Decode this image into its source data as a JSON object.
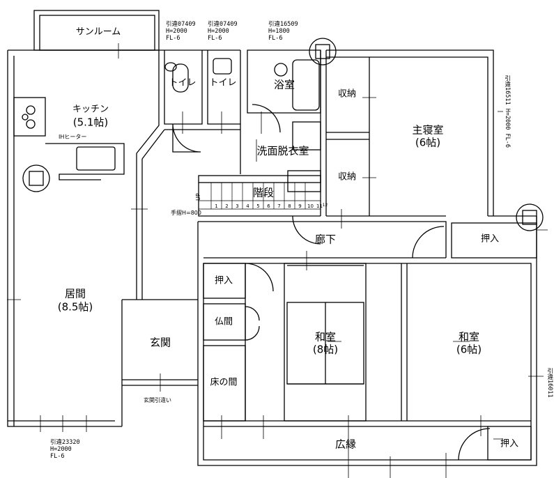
{
  "rooms": {
    "sunroom": "サンルーム",
    "kitchen": "キッチン",
    "kitchen_size": "(5.1帖)",
    "ih_heater": "IHヒーター",
    "toilet_1": "トイレ",
    "toilet_2": "トイレ",
    "bathroom": "浴室",
    "washroom": "洗面脱衣室",
    "stairs": "階段",
    "handrail": "手摺H=800",
    "up": "UP",
    "storage_1": "収納",
    "storage_2": "収納",
    "master_bedroom": "主寝室",
    "master_bedroom_size": "(6帖)",
    "hallway": "廊下",
    "closet_east": "押入",
    "living": "居間",
    "living_size": "(8.5帖)",
    "entrance": "玄関",
    "entrance_door": "玄関引違い",
    "closet_west": "押入",
    "altar_room": "仏間",
    "alcove": "床の間",
    "japanese_room_1": "和室",
    "japanese_room_1_size": "(8帖)",
    "japanese_room_2": "和室",
    "japanese_room_2_size": "(6帖)",
    "veranda": "広縁",
    "closet_veranda": "押入"
  },
  "doors": {
    "toilet_1": [
      "引違07409",
      "H=2000",
      "FL-6"
    ],
    "toilet_2": [
      "引違07409",
      "H=2000",
      "FL-6"
    ],
    "bath": [
      "引違16509",
      "H=1800",
      "FL-6"
    ],
    "bedroom": "引違16511 H=2000 FL-6",
    "living": [
      "引違23320",
      "H=2000",
      "FL-6"
    ],
    "japanese": "引違16011"
  },
  "stair_steps": [
    "1",
    "2",
    "3",
    "4",
    "5",
    "6",
    "7",
    "8",
    "9",
    "10",
    "11",
    "12"
  ]
}
